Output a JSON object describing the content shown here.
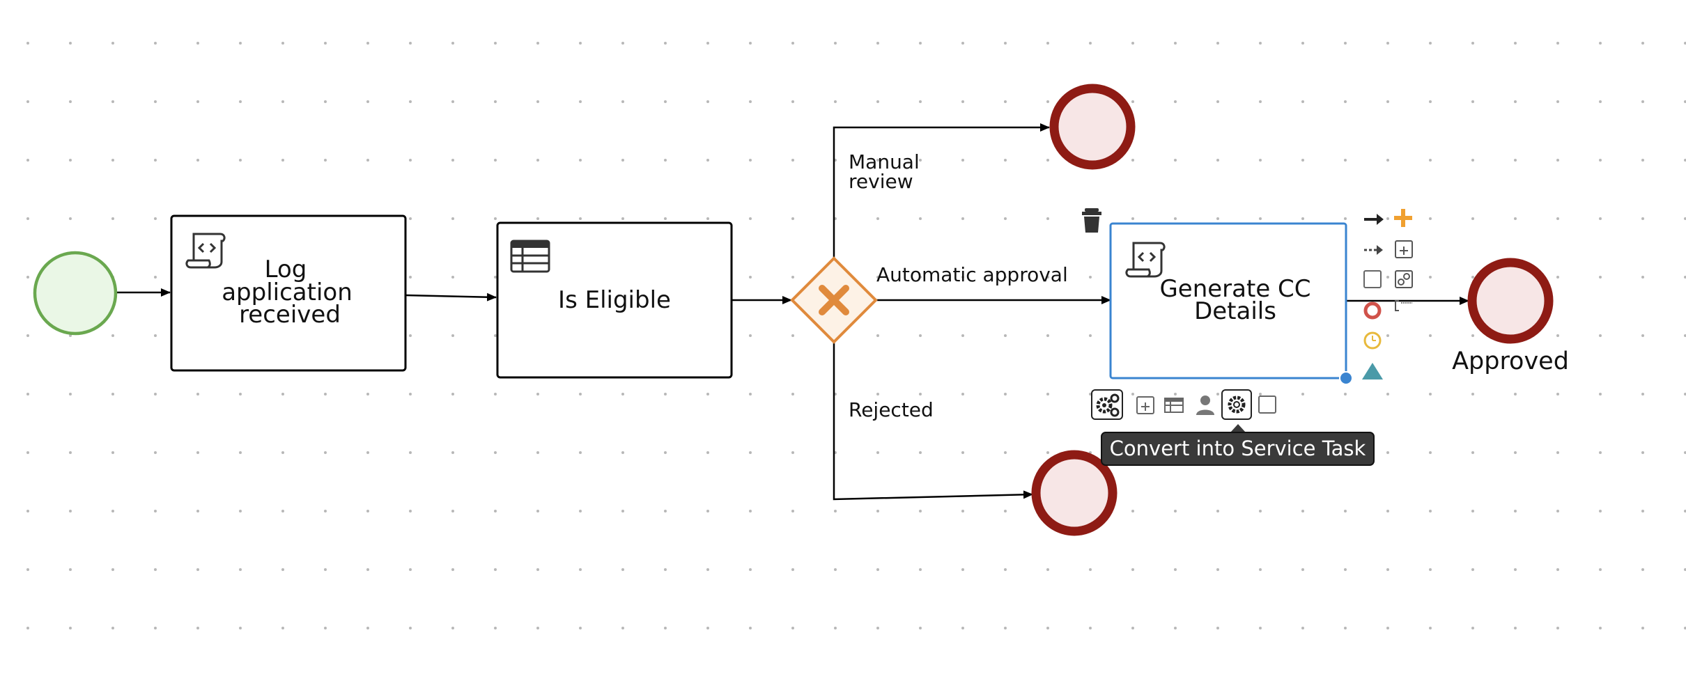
{
  "diagram": {
    "tasks": {
      "log": {
        "line1": "Log",
        "line2": "application",
        "line3": "received",
        "icon": "script-icon"
      },
      "eligible": {
        "label": "Is Eligible",
        "icon": "business-rule-table-icon"
      },
      "generate": {
        "line1": "Generate CC",
        "line2": "Details",
        "icon": "script-icon",
        "selected": true
      }
    },
    "gateway": {
      "type": "exclusive",
      "icon": "x-icon"
    },
    "flows": {
      "manual": {
        "line1": "Manual",
        "line2": "review"
      },
      "automatic": "Automatic approval",
      "rejected": "Rejected"
    },
    "end_events": {
      "approved": "Approved"
    },
    "toolbox": {
      "tooltip": "Convert into Service Task",
      "right_items": [
        "sequence-flow-icon",
        "add-icon",
        "association-icon",
        "subprocess-icon",
        "task-icon",
        "reusable-subprocess-icon",
        "end-event-icon",
        "text-annotation-icon",
        "timer-event-icon",
        "signal-event-icon"
      ],
      "bottom_items": [
        "service-task-gears-icon",
        "subprocess-icon",
        "business-rule-icon",
        "user-task-icon",
        "service-task-icon",
        "task-icon"
      ]
    },
    "colors": {
      "start_stroke": "#6aa84f",
      "start_fill": "#eaf7e6",
      "end_stroke": "#8e1b14",
      "end_fill": "#f7e6e6",
      "gateway_stroke": "#e08a3c",
      "gateway_fill": "#fdf2e6",
      "selection": "#3a84d0",
      "add_orange": "#f0a030",
      "timer_yellow": "#e8b93c",
      "signal_teal": "#4a9aa8",
      "end_red": "#d0524a"
    }
  }
}
